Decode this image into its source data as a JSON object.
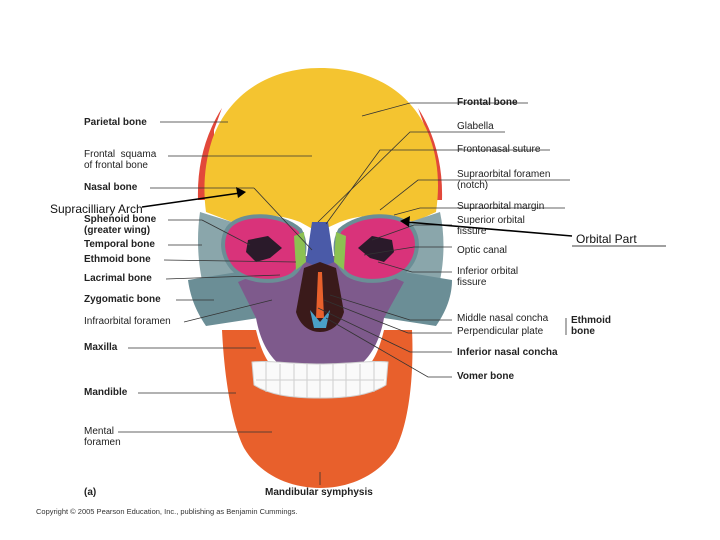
{
  "left_labels": [
    {
      "id": "parietal",
      "text": "Parietal bone"
    },
    {
      "id": "frontal_squama",
      "text": "Frontal  squama\nof frontal bone"
    },
    {
      "id": "nasal",
      "text": "Nasal bone"
    },
    {
      "id": "sphenoid",
      "text": "Sphenoid bone\n(greater wing)"
    },
    {
      "id": "temporal",
      "text": "Temporal bone"
    },
    {
      "id": "ethmoid",
      "text": "Ethmoid bone"
    },
    {
      "id": "lacrimal",
      "text": "Lacrimal bone"
    },
    {
      "id": "zygomatic",
      "text": "Zygomatic bone"
    },
    {
      "id": "infraorbital",
      "text": "Infraorbital foramen"
    },
    {
      "id": "maxilla",
      "text": "Maxilla"
    },
    {
      "id": "mandible",
      "text": "Mandible"
    },
    {
      "id": "mental",
      "text": "Mental\nforamen"
    }
  ],
  "right_labels": [
    {
      "id": "frontal_bone",
      "text": "Frontal bone"
    },
    {
      "id": "glabella",
      "text": "Glabella"
    },
    {
      "id": "frontonasal",
      "text": "Frontonasal suture"
    },
    {
      "id": "supraorbital_foramen",
      "text": "Supraorbital foramen\n(notch)"
    },
    {
      "id": "supraorbital_margin",
      "text": "Supraorbital margin"
    },
    {
      "id": "superior_orbital",
      "text": "Superior orbital\nfissure"
    },
    {
      "id": "optic",
      "text": "Optic canal"
    },
    {
      "id": "inferior_orbital",
      "text": "Inferior orbital\nfissure"
    },
    {
      "id": "middle_nasal",
      "text": "Middle nasal concha"
    },
    {
      "id": "perpendicular",
      "text": "Perpendicular plate"
    },
    {
      "id": "ethmoid_group",
      "text": "Ethmoid\nbone"
    },
    {
      "id": "inferior_nasal",
      "text": "Inferior nasal concha"
    },
    {
      "id": "vomer",
      "text": "Vomer bone"
    }
  ],
  "bottom_labels": {
    "panel": "(a)",
    "symphysis": "Mandibular symphysis",
    "copyright": "Copyright © 2005 Pearson Education, Inc., publishing as Benjamin Cummings."
  },
  "annotations": {
    "supracilliary": "Supracilliary Arch",
    "orbital": "Orbital Part"
  },
  "colors": {
    "frontal": "#f4c430",
    "parietal": "#e2483a",
    "temporal": "#8aa6ab",
    "sphenoid": "#d9337a",
    "zygomatic": "#6b8e96",
    "maxilla": "#7e5a8c",
    "mandible": "#e8602c",
    "nasal": "#4a5aa8",
    "ethmoid": "#8cc152",
    "teeth": "#fafafa"
  }
}
